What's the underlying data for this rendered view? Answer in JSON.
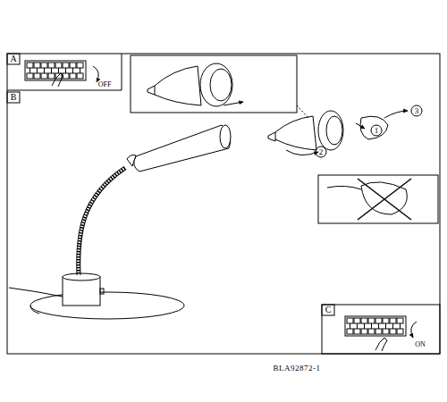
{
  "diagram": {
    "labels": [
      "A",
      "OFF",
      "B",
      "3",
      "1",
      "2",
      "C",
      "ON",
      "BLA92872-1"
    ]
  }
}
